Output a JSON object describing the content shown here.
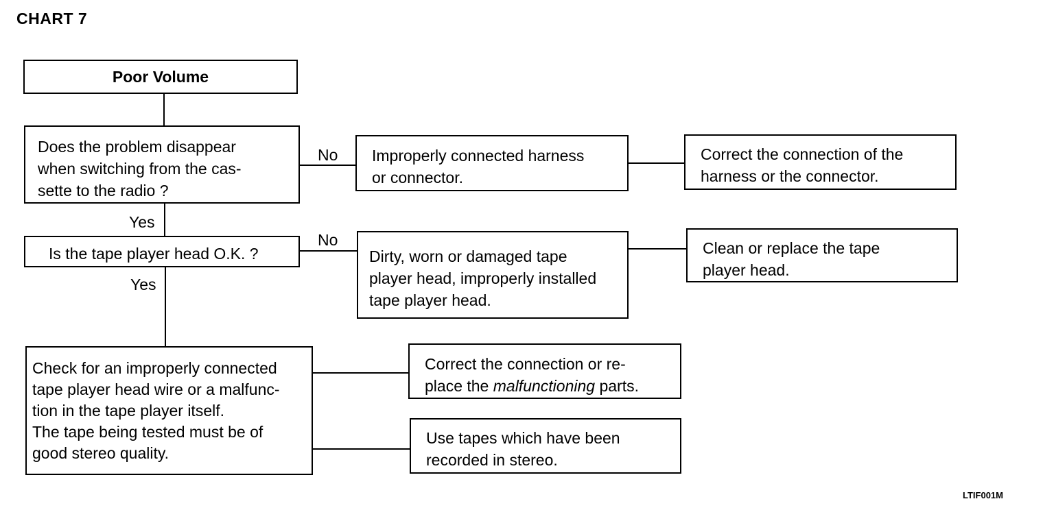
{
  "title": "CHART 7",
  "start": {
    "label": "Poor Volume"
  },
  "question1": {
    "lines": [
      "Does the problem disappear",
      "when switching from the cas-",
      "sette to the radio ?"
    ]
  },
  "question2": {
    "label": "Is the tape player head O.K. ?"
  },
  "labels": {
    "no1": "No",
    "no2": "No",
    "yes1": "Yes",
    "yes2": "Yes"
  },
  "cause1": {
    "lines": [
      "Improperly connected harness",
      "or connector."
    ]
  },
  "remedy1": {
    "lines": [
      "Correct the connection of the",
      "harness or the connector."
    ]
  },
  "cause2": {
    "lines": [
      "Dirty, worn or damaged tape",
      "player head, improperly installed",
      "tape player head."
    ]
  },
  "remedy2": {
    "lines": [
      "Clean or replace the tape",
      "player head."
    ]
  },
  "check": {
    "lines": [
      "Check for an improperly connected",
      "tape player head wire or a malfunc-",
      "tion in the tape player itself.",
      "The tape being tested must be of",
      "good stereo quality."
    ]
  },
  "remedy3": {
    "line1": "Correct the connection or re-",
    "line2_pre": "place the ",
    "line2_italic": "malfunctioning",
    "line2_post": " parts."
  },
  "remedy4": {
    "lines": [
      "Use tapes which have been",
      "recorded in stereo."
    ]
  },
  "figure_code": "LTIF001M"
}
